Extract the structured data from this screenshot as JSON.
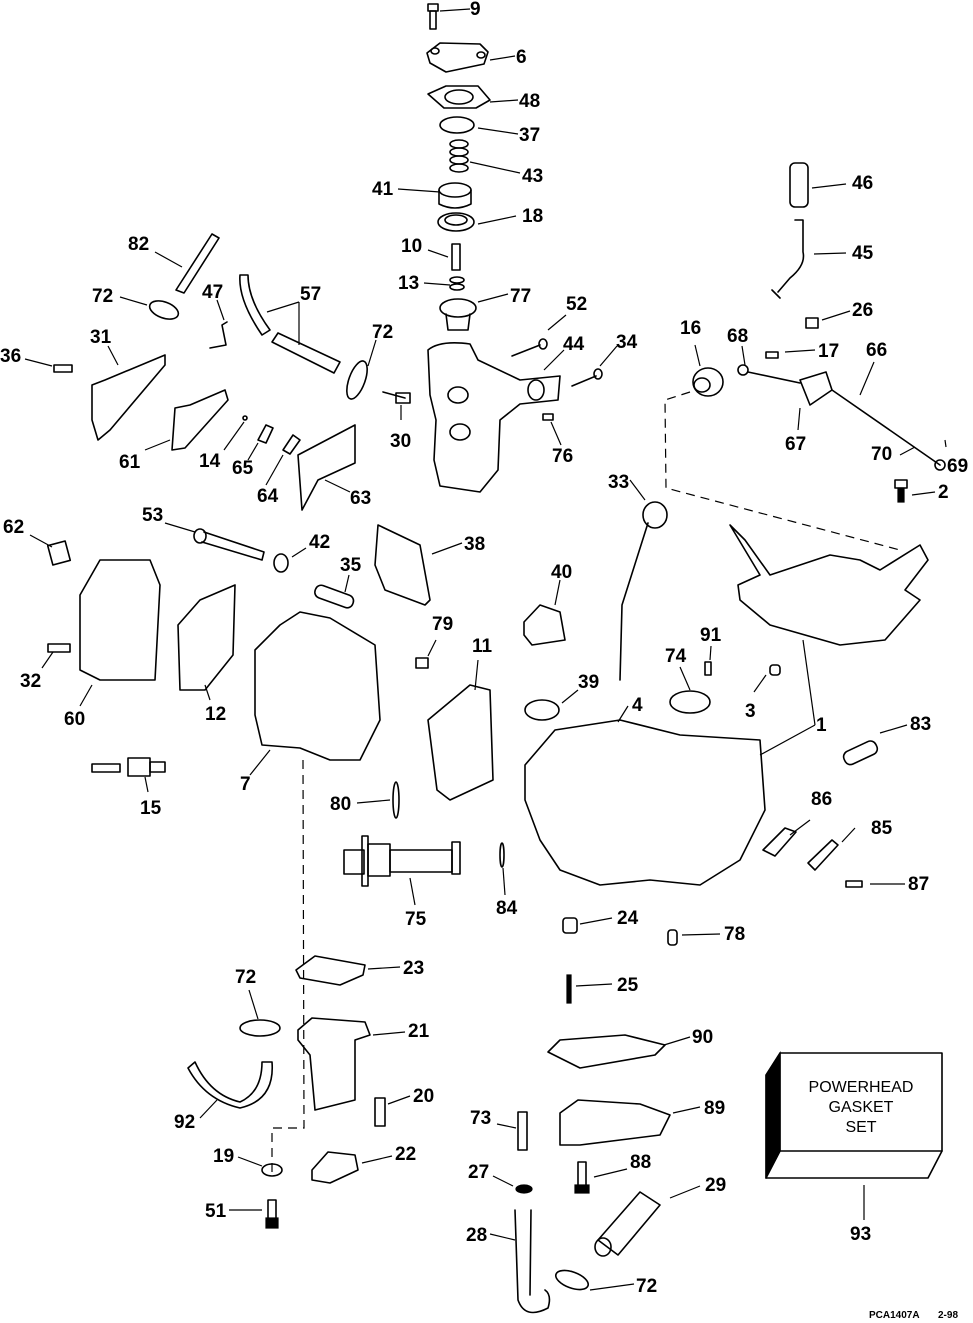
{
  "diagram": {
    "title": "Powerhead exploded parts diagram",
    "kit_box": {
      "lines": [
        "POWERHEAD",
        "GASKET",
        "SET"
      ],
      "callout": "93"
    },
    "footer": {
      "figure_id": "PCA1407A",
      "date": "2-98"
    },
    "callouts": [
      {
        "id": "9",
        "label": "9"
      },
      {
        "id": "6",
        "label": "6"
      },
      {
        "id": "48",
        "label": "48"
      },
      {
        "id": "37",
        "label": "37"
      },
      {
        "id": "43",
        "label": "43"
      },
      {
        "id": "41",
        "label": "41"
      },
      {
        "id": "18",
        "label": "18"
      },
      {
        "id": "10",
        "label": "10"
      },
      {
        "id": "13",
        "label": "13"
      },
      {
        "id": "77",
        "label": "77"
      },
      {
        "id": "82",
        "label": "82"
      },
      {
        "id": "72a",
        "label": "72"
      },
      {
        "id": "47",
        "label": "47"
      },
      {
        "id": "57",
        "label": "57"
      },
      {
        "id": "36",
        "label": "36"
      },
      {
        "id": "31",
        "label": "31"
      },
      {
        "id": "72b",
        "label": "72"
      },
      {
        "id": "52",
        "label": "52"
      },
      {
        "id": "44",
        "label": "44"
      },
      {
        "id": "34",
        "label": "34"
      },
      {
        "id": "30",
        "label": "30"
      },
      {
        "id": "76",
        "label": "76"
      },
      {
        "id": "61",
        "label": "61"
      },
      {
        "id": "14",
        "label": "14"
      },
      {
        "id": "65",
        "label": "65"
      },
      {
        "id": "64",
        "label": "64"
      },
      {
        "id": "63",
        "label": "63"
      },
      {
        "id": "46",
        "label": "46"
      },
      {
        "id": "45",
        "label": "45"
      },
      {
        "id": "26",
        "label": "26"
      },
      {
        "id": "16",
        "label": "16"
      },
      {
        "id": "68",
        "label": "68"
      },
      {
        "id": "17",
        "label": "17"
      },
      {
        "id": "66",
        "label": "66"
      },
      {
        "id": "67",
        "label": "67"
      },
      {
        "id": "70",
        "label": "70"
      },
      {
        "id": "69",
        "label": "69"
      },
      {
        "id": "2",
        "label": "2"
      },
      {
        "id": "33",
        "label": "33"
      },
      {
        "id": "62",
        "label": "62"
      },
      {
        "id": "53",
        "label": "53"
      },
      {
        "id": "42",
        "label": "42"
      },
      {
        "id": "38",
        "label": "38"
      },
      {
        "id": "35",
        "label": "35"
      },
      {
        "id": "40",
        "label": "40"
      },
      {
        "id": "32",
        "label": "32"
      },
      {
        "id": "60",
        "label": "60"
      },
      {
        "id": "12",
        "label": "12"
      },
      {
        "id": "79",
        "label": "79"
      },
      {
        "id": "11",
        "label": "11"
      },
      {
        "id": "91",
        "label": "91"
      },
      {
        "id": "74",
        "label": "74"
      },
      {
        "id": "39",
        "label": "39"
      },
      {
        "id": "3",
        "label": "3"
      },
      {
        "id": "4",
        "label": "4"
      },
      {
        "id": "1",
        "label": "1"
      },
      {
        "id": "83",
        "label": "83"
      },
      {
        "id": "7",
        "label": "7"
      },
      {
        "id": "15",
        "label": "15"
      },
      {
        "id": "80",
        "label": "80"
      },
      {
        "id": "86",
        "label": "86"
      },
      {
        "id": "85",
        "label": "85"
      },
      {
        "id": "75",
        "label": "75"
      },
      {
        "id": "84",
        "label": "84"
      },
      {
        "id": "87",
        "label": "87"
      },
      {
        "id": "24",
        "label": "24"
      },
      {
        "id": "78",
        "label": "78"
      },
      {
        "id": "23",
        "label": "23"
      },
      {
        "id": "25",
        "label": "25"
      },
      {
        "id": "72c",
        "label": "72"
      },
      {
        "id": "21",
        "label": "21"
      },
      {
        "id": "90",
        "label": "90"
      },
      {
        "id": "20",
        "label": "20"
      },
      {
        "id": "92",
        "label": "92"
      },
      {
        "id": "89",
        "label": "89"
      },
      {
        "id": "73",
        "label": "73"
      },
      {
        "id": "19",
        "label": "19"
      },
      {
        "id": "22",
        "label": "22"
      },
      {
        "id": "88",
        "label": "88"
      },
      {
        "id": "27",
        "label": "27"
      },
      {
        "id": "29",
        "label": "29"
      },
      {
        "id": "51",
        "label": "51"
      },
      {
        "id": "28",
        "label": "28"
      },
      {
        "id": "72d",
        "label": "72"
      }
    ]
  }
}
